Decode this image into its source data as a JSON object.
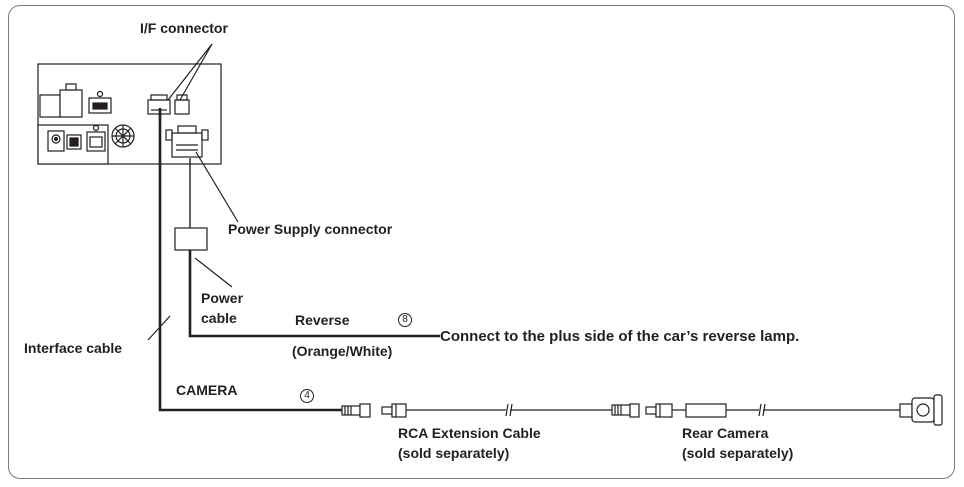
{
  "labels": {
    "if_connector": "I/F connector",
    "power_supply_connector": "Power Supply connector",
    "power_cable_line1": "Power",
    "power_cable_line2": "cable",
    "reverse": "Reverse",
    "reverse_number": "8",
    "reverse_color": "(Orange/White)",
    "reverse_instruction": "Connect to the plus side of the car’s reverse lamp.",
    "interface_cable": "Interface cable",
    "camera": "CAMERA",
    "camera_number": "4",
    "rca_extension_line1": "RCA Extension Cable",
    "rca_extension_line2": "(sold separately)",
    "rear_camera_line1": "Rear Camera",
    "rear_camera_line2": "(sold separately)"
  },
  "colors": {
    "line": "#231f20",
    "frame": "#7a7a7a",
    "background": "#ffffff"
  }
}
